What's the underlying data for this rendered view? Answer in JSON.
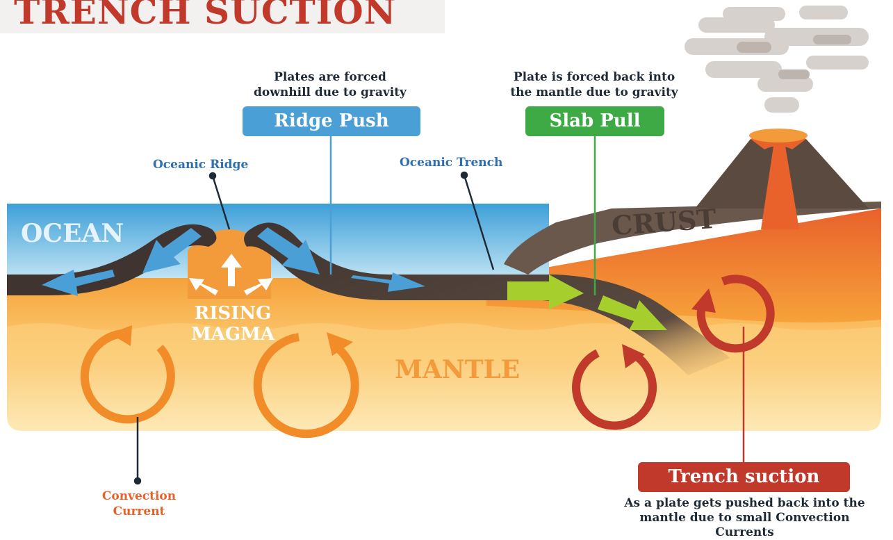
{
  "title": "TRENCH SUCTION",
  "ridge_push": {
    "caption_line1": "Plates are forced",
    "caption_line2": "downhill due to gravity",
    "label": "Ridge Push",
    "color": "#4a9fd6"
  },
  "slab_pull": {
    "caption_line1": "Plate is forced back into",
    "caption_line2": "the mantle due to gravity",
    "label": "Slab Pull",
    "color": "#3daa46"
  },
  "trench_suction": {
    "label": "Trench suction",
    "caption_line1": "As a plate gets pushed back into the",
    "caption_line2": "mantle due to small Convection",
    "caption_line3": "Currents",
    "color": "#c0392b"
  },
  "labels": {
    "oceanic_ridge": "Oceanic Ridge",
    "oceanic_trench": "Oceanic Trench",
    "ocean": "OCEAN",
    "crust": "CRUST",
    "rising_magma_line1": "RISING",
    "rising_magma_line2": "MAGMA",
    "mantle": "MANTLE",
    "convection_line1": "Convection",
    "convection_line2": "Current"
  }
}
